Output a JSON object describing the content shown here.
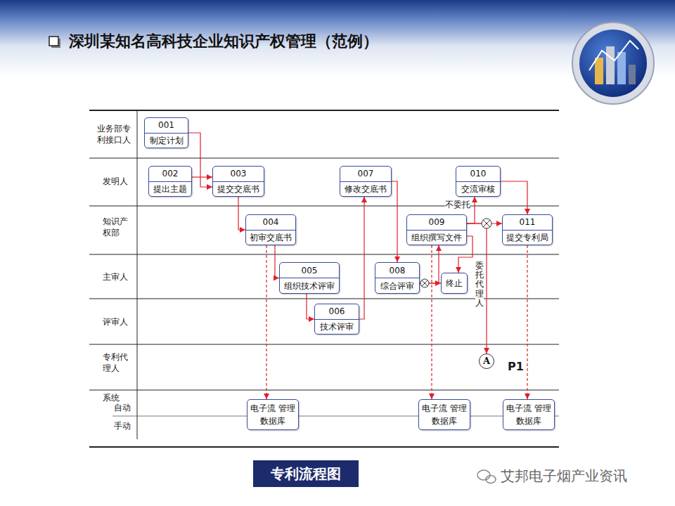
{
  "diagram": {
    "title": "深圳某知名高科技企业知识产权管理（范例）",
    "caption": "专利流程图",
    "nodes": [
      {
        "text": [
          "001",
          "制定计划"
        ]
      },
      {
        "text": [
          "002",
          "提出主题"
        ]
      },
      {
        "text": [
          "003",
          "提交交底书"
        ]
      },
      {
        "text": [
          "007",
          "修改交底书"
        ]
      },
      {
        "text": [
          "010",
          "交流审核"
        ]
      },
      {
        "text": [
          "004",
          "初审交底书"
        ]
      },
      {
        "text": [
          "009",
          "组织撰写文件"
        ]
      },
      {
        "text": [
          "011",
          "提交专利局"
        ]
      },
      {
        "text": [
          "005",
          "组织技术评审"
        ]
      },
      {
        "text": [
          "008",
          "综合评审"
        ]
      },
      {
        "text": [
          "终止"
        ]
      },
      {
        "text": [
          "006",
          "技术评审"
        ]
      },
      {
        "text": [
          "A"
        ]
      },
      {
        "text": [
          "电子流 管理数据库"
        ]
      },
      {
        "text": [
          "电子流 管理数据库"
        ]
      },
      {
        "text": [
          "电子流 管理数据库"
        ]
      }
    ],
    "edges": [
      {
        "from": 0,
        "to": 2,
        "arrow": "to"
      },
      {
        "from": 1,
        "to": 2,
        "arrow": "to"
      },
      {
        "from": 2,
        "to": 5,
        "arrow": "to"
      },
      {
        "from": 5,
        "to": 8,
        "arrow": "to"
      },
      {
        "from": 8,
        "to": 11,
        "arrow": "to"
      },
      {
        "from": 11,
        "to": 3,
        "arrow": "to"
      },
      {
        "from": 3,
        "to": 9,
        "arrow": "to"
      },
      {
        "from": 9,
        "to": 6,
        "arrow": "to"
      },
      {
        "from": 9,
        "to": 10,
        "arrow": "to"
      },
      {
        "from": 6,
        "to": 4,
        "label": "不委托",
        "arrow": "to"
      },
      {
        "from": 6,
        "to": 12,
        "label": "委托代理人",
        "arrow": "to"
      },
      {
        "from": 6,
        "to": 10,
        "arrow": "to"
      },
      {
        "from": 4,
        "to": 7,
        "arrow": "to"
      },
      {
        "from": 6,
        "to": 7,
        "arrow": "to"
      },
      {
        "from": 5,
        "to": 13,
        "arrow": "to"
      },
      {
        "from": 6,
        "to": 14,
        "arrow": "to"
      },
      {
        "from": 7,
        "to": 15,
        "arrow": "to"
      }
    ],
    "labels": [
      "业务部专利接口人",
      "发明人",
      "知识产权部",
      "主审人",
      "评审人",
      "专利代理人",
      "系统",
      "自动",
      "手动",
      "P1",
      "艾邦电子烟产业资讯"
    ]
  }
}
